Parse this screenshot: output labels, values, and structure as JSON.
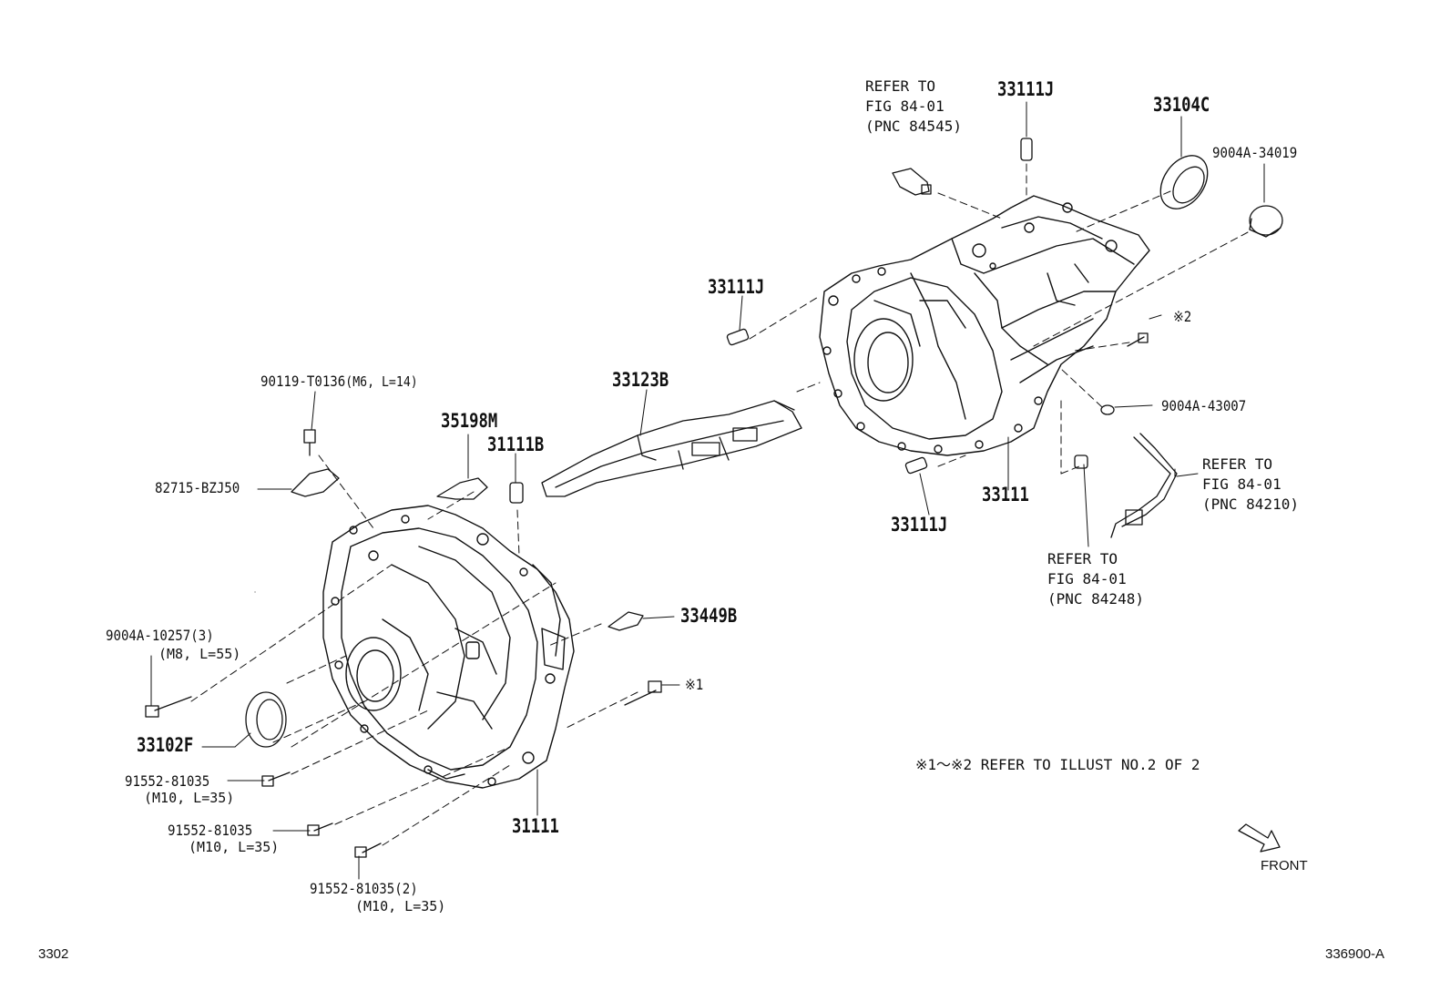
{
  "labels": {
    "p90119": "90119-T0136",
    "p90119_spec": "(M6, L=14)",
    "p82715": "82715-BZJ50",
    "p35198m": "35198M",
    "p31111b": "31111B",
    "p33123b": "33123B",
    "p33111j_top": "33111J",
    "p33111j_mid": "33111J",
    "p33111j_bot": "33111J",
    "p33104c": "33104C",
    "p9004a_34019": "9004A-34019",
    "p9004a_43007": "9004A-43007",
    "p33111": "33111",
    "p33449b": "33449B",
    "p9004a_10257": "9004A-10257(3)",
    "p9004a_10257_spec": "(M8, L=55)",
    "p33102f": "33102F",
    "p91552_a": "91552-81035",
    "p91552_a_spec": "(M10, L=35)",
    "p91552_b": "91552-81035",
    "p91552_b_spec": "(M10, L=35)",
    "p91552_c": "91552-81035(2)",
    "p91552_c_spec": "(M10, L=35)",
    "p31111": "31111",
    "mark1": "※1",
    "mark2": "※2"
  },
  "refs": {
    "r84545": "REFER TO\nFIG 84-01\n(PNC 84545)",
    "r84210": "REFER TO\nFIG 84-01\n(PNC 84210)",
    "r84248": "REFER TO\nFIG 84-01\n(PNC 84248)"
  },
  "note": "※1～※2  REFER TO ILLUST NO.2 OF 2",
  "front_label": "FRONT",
  "footer": {
    "left": "3302",
    "right": "336900-A"
  }
}
